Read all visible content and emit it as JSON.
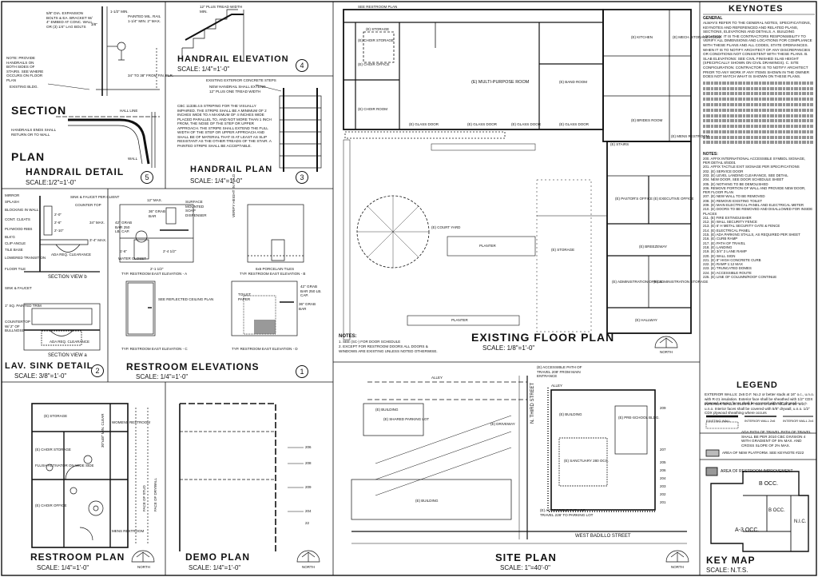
{
  "views": {
    "handrail_detail": {
      "title": "HANDRAIL DETAIL",
      "scale": "SCALE:1/2\"=1'-0\"",
      "number": "5"
    },
    "handrail_elevation": {
      "title": "HANDRAIL ELEVATION",
      "scale": "SCALE: 1/4\"=1'-0\"",
      "number": "4"
    },
    "handrail_plan": {
      "title": "HANDRAIL PLAN",
      "scale": "SCALE: 1/4\"=1'-0\"",
      "number": "3"
    },
    "lav_sink": {
      "title": "LAV. SINK DETAIL",
      "scale": "SCALE: 3/8\"=1'-0\"",
      "number": "2"
    },
    "restroom_elevations": {
      "title": "RESTROOM ELEVATIONS",
      "scale": "SCALE: 1/4\"=1'-0\"",
      "number": "1"
    },
    "existing_floor_plan": {
      "title": "EXISTING FLOOR PLAN",
      "scale": "SCALE: 1/8\"=1'-0\""
    },
    "restroom_plan": {
      "title": "RESTROOM PLAN",
      "scale": "SCALE: 1/4\"=1'-0\""
    },
    "demo_plan": {
      "title": "DEMO PLAN",
      "scale": "SCALE: 1/4\"=1'-0\""
    },
    "site_plan": {
      "title": "SITE PLAN",
      "scale": "SCALE: 1\"=40'-0\""
    },
    "key_map": {
      "title": "KEY MAP",
      "scale": "SCALE: N.T.S."
    }
  },
  "handrail_detail": {
    "section": "SECTION",
    "plan": "PLAN",
    "existing_bldg": "EXISTING BLDG.",
    "note": "NOTE: PROVIDE HANDRAILS ON BOTH SIDES OF STAIRS. SEE WHERE OCCURS ON FLOOR PLAN",
    "callouts": [
      "5/8\" DIA. EXPANSION BOLTS & EA. BRACKET W/ 4\" EMBED AT CONC. WALL OR (3) 1/4\" LAG BOLTS",
      "PAINTED MIL. RAIL 1-1/4\" MIN. 2\" MAX.",
      "34\" TO 38\" FROM FIN. FLR.",
      "HALL LINE",
      "HANDRAILS ENDS SHALL RETURN OR TO WALL",
      "WALL"
    ],
    "dims": [
      "1-1/2\" MIN.",
      "3/8\""
    ]
  },
  "handrail_elevation": {
    "labels": [
      "12\" PLUS TREAD WIDTH MIN."
    ]
  },
  "handrail_plan": {
    "labels": [
      "EXISTING EXTERIOR CONCRETE STEPS",
      "NEW HANDRAIL SHALL EXTEND 12\" PLUS ONE TREAD WIDTH"
    ],
    "note": "CBC 1133B.4.5 STRIPING FOR THE VISUALLY IMPAIRED. THE STRIPE SHALL BE A MINIMUM OF 2 INCHES WIDE TO A MAXIMUM OF 4 INCHES WIDE PLACED PARALLEL TO, AND NOT MORE THAN 1 INCH FROM, THE NOSE OF THE STEP OR UPPER APPROACH. THE STRIPE SHALL EXTEND THE FULL WIDTH OF THE STEP OR UPPER APPROACH AND SHALL BE OF MATERIAL THAT IS AT LEAST AS SLIP RESISTANT AS THE OTHER TREADS OF THE STAIR. A PAINTED STRIPE SHALL BE ACCEPTABLE."
  },
  "lav_sink": {
    "section_b": "SECTION VIEW  b",
    "section_a": "SECTION VIEW  a",
    "labels": [
      "MIRROR",
      "SPLASH",
      "BLOCKING IN WALL",
      "CONT. CLEATS",
      "PLYWOOD RIBS",
      "BLK'G",
      "CLIP ANGLE",
      "TILE BASE",
      "LOWERED TRANSITION",
      "FLOOR TILE",
      "SINK & FAUCET",
      "1\" SQ. PAINTED TRIM",
      "COUNTERTOP W/ 2\" OF BULLNOSE",
      "SINK & FAUCET PER CLIENT",
      "COUNTER TOP",
      "ADA REQ. CLEARANCE"
    ],
    "dims": [
      "2'-0\"",
      "2'-6\"",
      "2'-10\"",
      "3'-4\" MAX.",
      "34\" MAX."
    ]
  },
  "restroom_elevations": {
    "captions": [
      "TYP. RESTROOM EAST ELEVATION - A",
      "TYP. RESTROOM EAST ELEVATION - B",
      "TYP. RESTROOM EAST ELEVATION - C",
      "TYP. RESTROOM EAST ELEVATION - D"
    ],
    "labels": [
      "42\" GRAB BAR 250 LB. CAP.",
      "36\" GRAB BAR",
      "SURFACE MOUNTED SOAP DISPENSER",
      "WATER CLOSET",
      "6x6 PORCELAIN TILES",
      "VERIFY HEIGHT IN FIELD",
      "42\" GRAB BAR 250 LB. CAP.",
      "36\" GRAB BAR",
      "TOILET PAPER",
      "SEE REFLECTED CEILING PLAN"
    ],
    "dims": [
      "2'-1 1/2\"",
      "1'-6\"",
      "2'-4 1/2\"",
      "12\" MAX."
    ]
  },
  "floor_plan": {
    "rooms": [
      "(E) STORAGE",
      "(E) CHOIR STORAGE",
      "(E) CHOIR OFFICE",
      "(E) MULTI-PURPOSE ROOM",
      "(E) KITCHEN",
      "(E) MECH. STORAGE ROOM",
      "(E) BAND ROOM",
      "(E) CHOIR ROOM",
      "(E) BRIDES ROOM",
      "(E) MENS RESTROOM",
      "(E) COURT YARD",
      "(E) PASTOR'S OFFICE",
      "(E) EXECUTIVE OFFICE",
      "(E) BREEZEWAY",
      "(E) ADMINISTRATION OFFICE",
      "(E) ADMINISTRATION STORAGE",
      "(E) HALLWAY",
      "PLANTER",
      "PLANTER",
      "(E) STORAGE"
    ],
    "labels": [
      "SEE RESTROOM PLAN",
      "(E) GLASS DOOR",
      "(E) GLASS DOOR",
      "(E) GLASS DOOR",
      "(E) GLASS DOOR",
      "(E) STAIRS",
      "NORTH"
    ],
    "notes_title": "NOTES:",
    "notes": [
      "1.  SEE (SC-) FOR DOOR SCHEDULE",
      "2.  EXCEPT FOR RESTROOM DOORS ALL DOORS & WINDOWS ARE EXISTING UNLESS NOTED OTHERWISE."
    ]
  },
  "restroom_plan": {
    "labels": [
      "(E) STORAGE",
      "(E) CHOIR STORAGE",
      "(E) CHOIR OFFICE",
      "WOMENS RESTROOM",
      "MENS RESTROOM",
      "FLUSH ACTIVATOR ON WIDE SIDE",
      "30\"x48\" MIN. CLEAR",
      "FACE OF STUD",
      "FACE OF DRYWALL",
      "NORTH"
    ]
  },
  "demo_plan": {
    "labels": [
      "NORTH"
    ],
    "tags": [
      "206",
      "208",
      "209",
      "204",
      "22"
    ]
  },
  "site_plan": {
    "labels": [
      "(E) ACCESSIBLE PATH OF TRAVEL 209' FROM MAIN ENTRANCE",
      "ALLEY",
      "ALLEY",
      "(E) SHARED PARKING LOT",
      "(E) DRIVEWAY",
      "N. THIRD STREET",
      "(E) BUILDING",
      "(E) BUILDING",
      "(E) BUILDING",
      "(E) PRE-SCHOOL BLDG.",
      "(E) SANCTUARY 280 OCC.",
      "(E) ACCESSIBLE PATH OF TRAVEL 226' TO PARKING LOT",
      "WEST BADILLO STREET",
      "NORTH"
    ],
    "tags": [
      "209",
      "207",
      "205",
      "206",
      "204",
      "203",
      "202",
      "201"
    ]
  },
  "keynotes": {
    "title": "KEYNOTES",
    "general_heading": "GENERAL",
    "general_text": "ALWAYS REFER TO THE GENERAL NOTES, SPECIFICATIONS, KEYNOTES AND REFERENCED AND RELATED PLANS, SECTIONS, ELEVATIONS AND DETAILS. A. BUILDING LOCATION: IT IS THE CONTRACTORS RESPONSIBILITY TO VERIFY ALL DIMENSIONS AND LOCATIONS FOR COMPLIANCE WITH THESE PLANS AND ALL CODES, STATE ORDINANCES. WHEN IT IS TO NOTIFY ARCHITECT OF ANY DISCREPANCIES OR CONDITIONS NOT CONSISTENT WITH THESE PLANS. B. SLAB ELEVATIONS: SEE CIVIL FINISHED SLAB HEIGHT (SPECIFICALLY SHOWN ON CIVIL DRAWINGS). C. SITE CONFIGURATION: CONTRACTOR IS TO NOTIFY ARCHITECT PRIOR TO ANY WORK IF ANY ITEMS SHOWN IN THE OWNER DOES NOT MATCH WHAT IS SHOWN ON THESE PLANS.",
    "notes_heading": "NOTES:",
    "notes": [
      "200.  AFFIX INTERNATIONAL ACCESSIBLE SYMBOL SIGNAGE, PER DETAIL 8/SD01",
      "201.  AFFIX TACTILE EXIT SIGNAGE PER SPECIFICATIONS",
      "202.  (E) SERVICE DOOR",
      "203.  (E) LEVEL LANDING CLEARANCE, SEE DETAIL",
      "204.  NEW DOOR, SEE DOOR SCHEDULE SHEET",
      "205.  (E) NOTHING TO BE DEMOLISHED",
      "206.  REMOVE PORTION OF WALL AND PROVIDE NEW DOOR, PER FLOOR PLAN",
      "207.  (E) NEW WALL TO BE REMOVED",
      "208.  (E) REMOVE EXISTING TOILET",
      "209.  (E) MAIN ELECTRICAL PANEL AND ELECTRICAL METER",
      "210.  (E) DOORS TO BE REMOVED AND DISALLOWED FOR INSIDE PLACES",
      "211.  (E) FIRE EXTINGUISHER",
      "212.  (E) WALL SECURITY FENCE",
      "213.  (E) 6' H METAL SECURITY GATE & FENCE",
      "214.  (E) ELECTRICAL PANEL",
      "215.  (E) ADA PARKING STALLS, AS REQUIRED PER SHEET",
      "216.  (E) CURB RAMP",
      "217.  (E) PATH OF TRAVEL",
      "218.  (E) LANDING",
      "219.  (E) 3/4\" 2 LANE RAMP",
      "220.  (E) WALL SIGN",
      "221.  (E) 8\" HIGH CONCRETE CURB",
      "222.  (E) RAMP 1:12 MAX",
      "223.  (E) TRUNCATED DOMES",
      "224.  (E) ACCESSIBLE ROUTE",
      "225.  (E) LINE OF COLUMN/ROOF CONTINUE"
    ]
  },
  "legend": {
    "title": "LEGEND",
    "exterior": "EXTERIOR WALLS: 2x6 D.F. No.2 or better studs at 16\" o.c., u.n.o. with R-21 insulation. Exterior face shall be sheathed with 1/2\" CDX plywood, interior faces shall be covered with 5/8\" drywall, u.n.o.",
    "interior": "INTERIOR WALLS: 2x4/6 D.F. No.2 or better studs at 16\" o.c., u.n.o. Interior faces shall be covered with 5/8\" drywall, u.n.o. 1/2\" CDX plywood sheathing where occurs",
    "items": [
      "EXISTING WALL",
      "INTERIOR WALL 2x6",
      "INTERIOR WALL 2x4"
    ],
    "ada_path": "ADA PATH OF TRAVEL  PATH OF TRAVEL SHALL BE PER 2010 CBC DIVISION 4 WITH GRADIENT OF 5% MAX. AND CROSS SLOPE OF 2% MAX.",
    "new_platform": "AREA OF NEW PLATFORM. SEE KEYNOTE #222"
  },
  "key_map": {
    "improvement": "AREA OF RESTROOM IMPROVEMENT",
    "b_occ_1": "B OCC.",
    "b_occ_2": "B OCC.",
    "a3_occ": "A-3 OCC.",
    "nic": "N.I.C."
  }
}
